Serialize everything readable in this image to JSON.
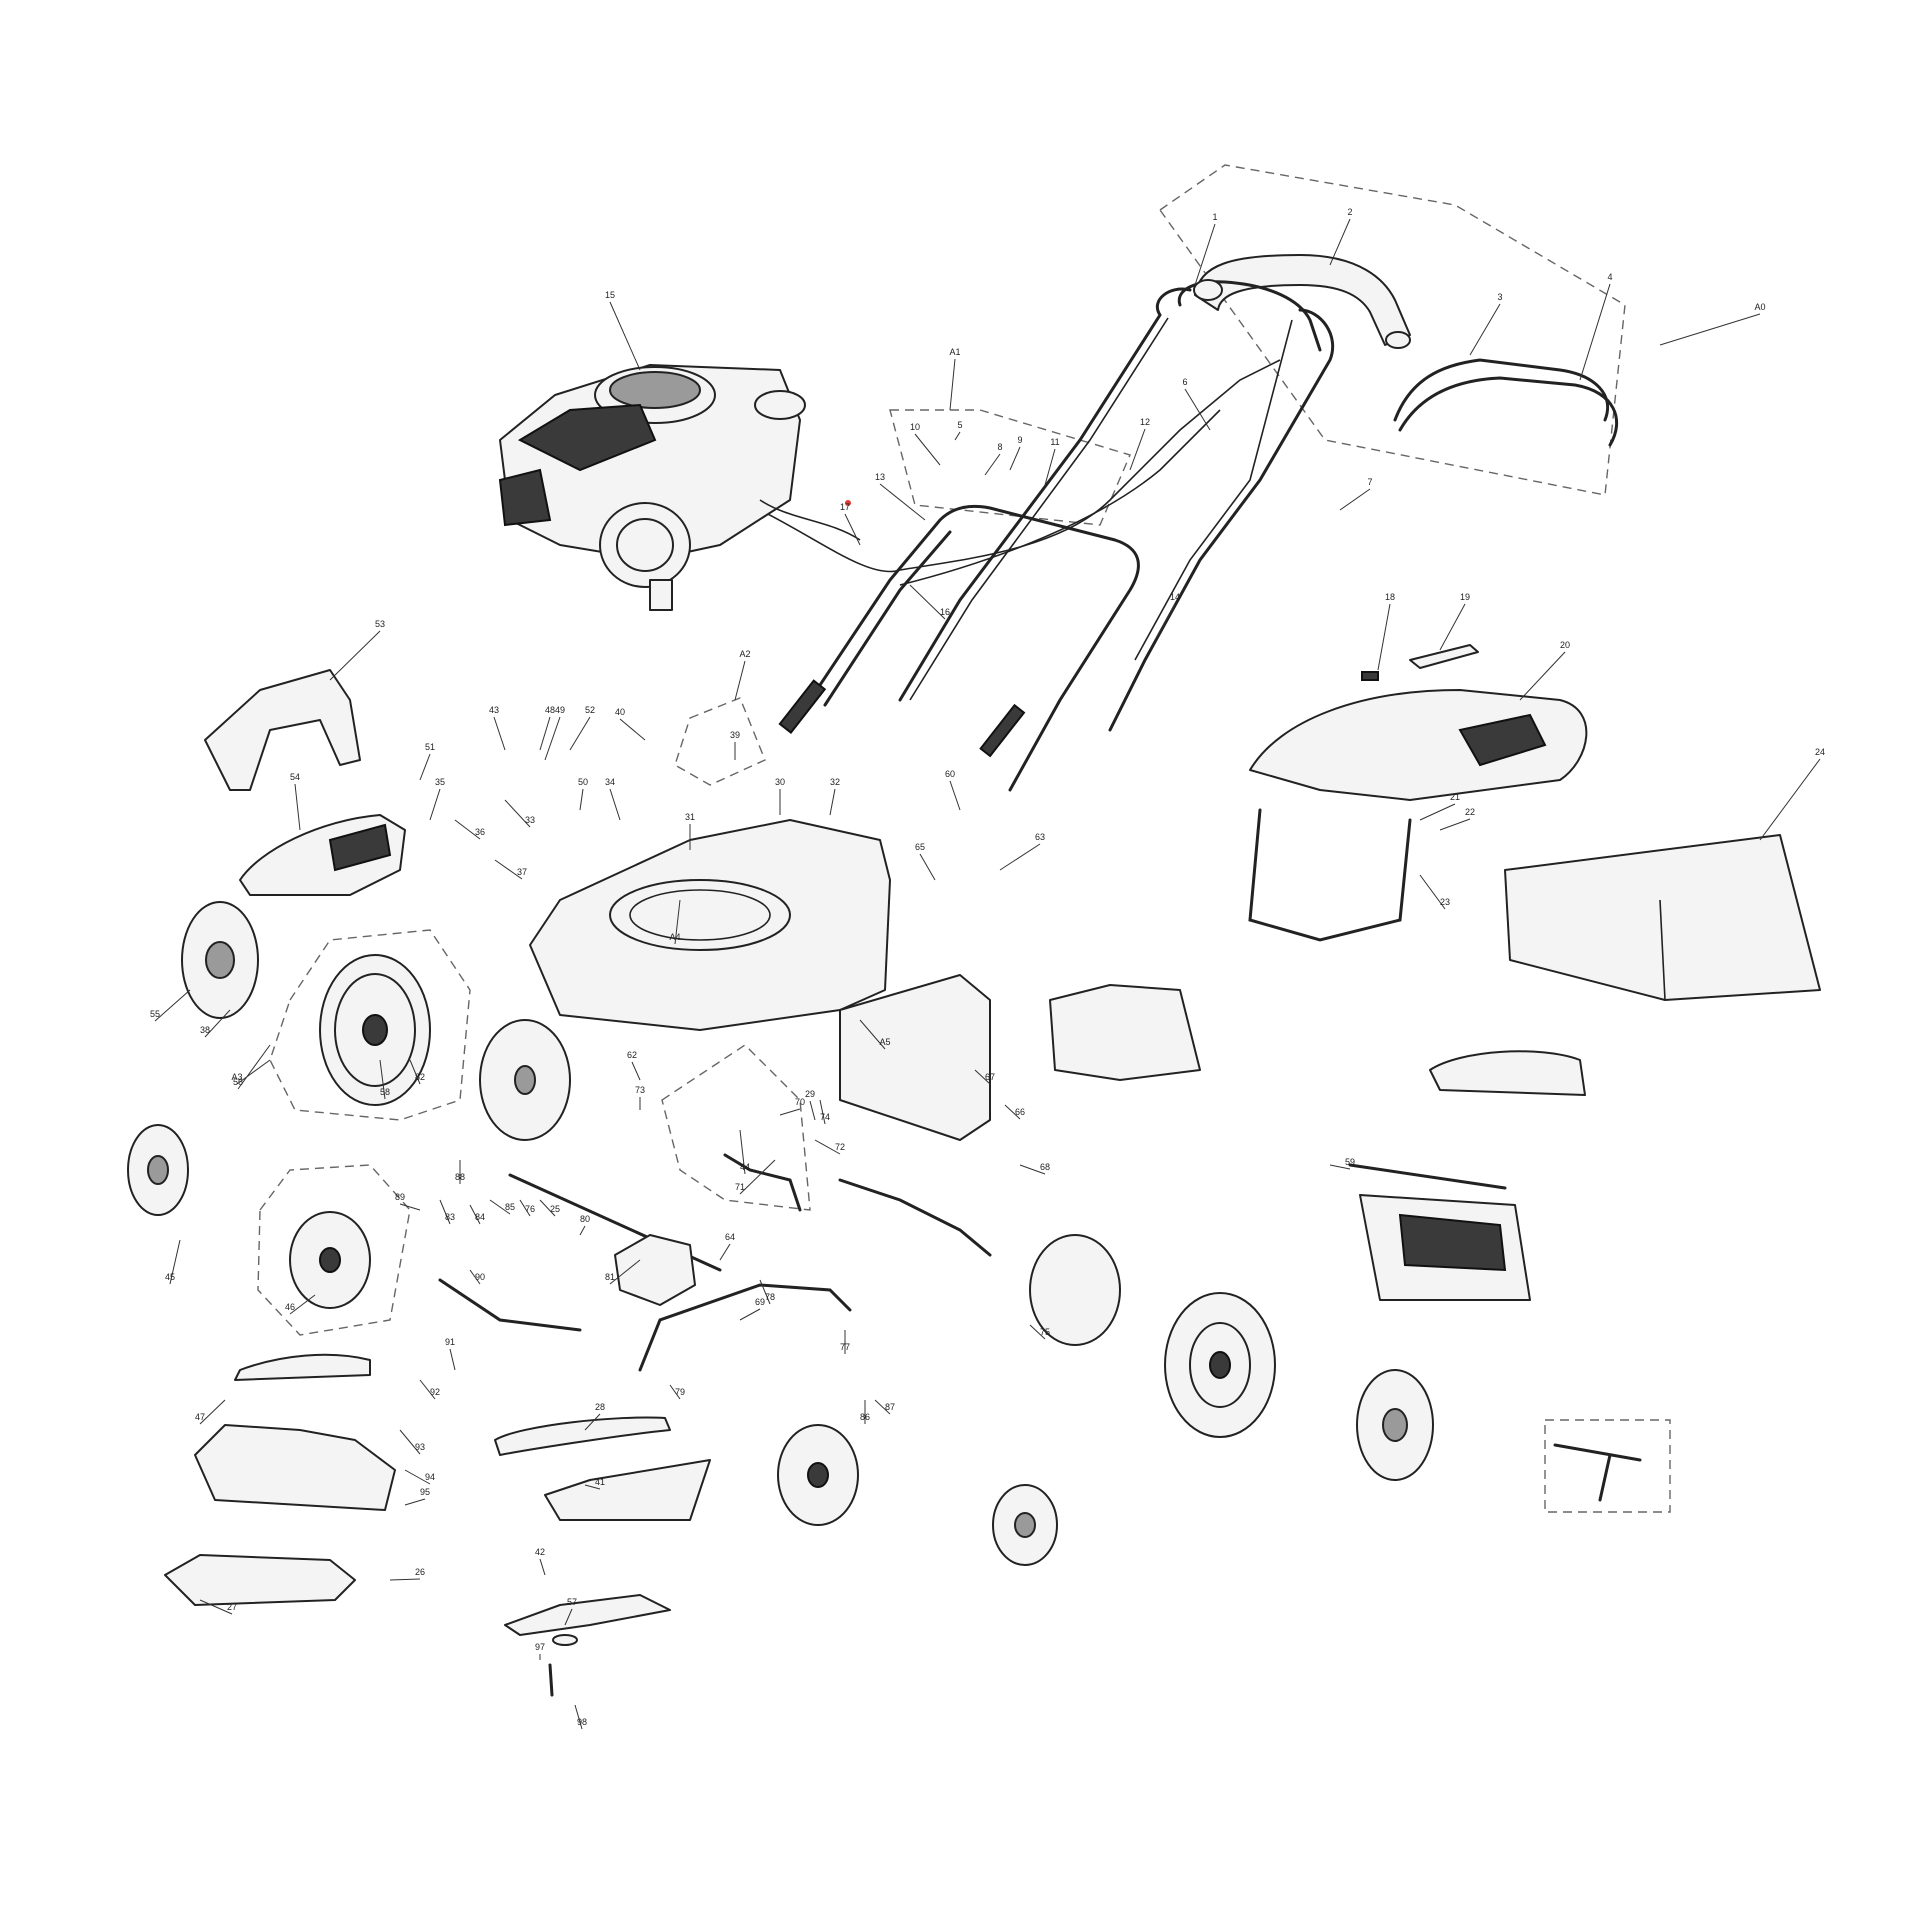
{
  "diagram": {
    "type": "exploded-parts-diagram",
    "accent_marker_color": "#e53935",
    "line_color": "#222222",
    "callouts": [
      "1",
      "2",
      "3",
      "4",
      "A0",
      "A1",
      "5",
      "6",
      "9",
      "8",
      "11",
      "10",
      "12",
      "13",
      "15",
      "17",
      "16",
      "14",
      "18",
      "19",
      "20",
      "24",
      "21",
      "22",
      "23",
      "7",
      "53",
      "54",
      "55",
      "56",
      "58",
      "38",
      "A3",
      "A2",
      "A4",
      "A5",
      "47",
      "46",
      "45",
      "44",
      "43",
      "49",
      "48",
      "52",
      "50",
      "51",
      "35",
      "36",
      "33",
      "37",
      "40",
      "39",
      "34",
      "31",
      "30",
      "32",
      "60",
      "65",
      "63",
      "62",
      "66",
      "67",
      "68",
      "29",
      "70",
      "71",
      "72",
      "73",
      "74",
      "75",
      "77",
      "78",
      "79",
      "82",
      "83",
      "84",
      "85",
      "76",
      "25",
      "80",
      "81",
      "64",
      "69",
      "86",
      "87",
      "88",
      "89",
      "90",
      "91",
      "92",
      "93",
      "94",
      "95",
      "26",
      "27",
      "28",
      "41",
      "42",
      "57",
      "97",
      "98",
      "59"
    ]
  }
}
